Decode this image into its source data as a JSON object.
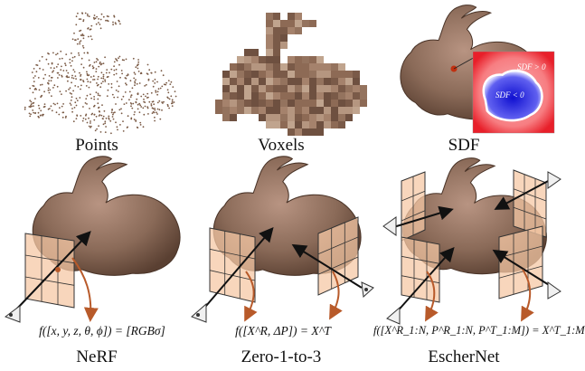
{
  "panels": {
    "points": {
      "caption": "Points"
    },
    "voxels": {
      "caption": "Voxels"
    },
    "sdf": {
      "caption": "SDF",
      "inset_pos": "SDF > 0",
      "inset_neg": "SDF < 0"
    },
    "nerf": {
      "caption": "NeRF",
      "formula": "f([x, y, z, θ, ϕ]) = [RGBσ]"
    },
    "zero123": {
      "caption": "Zero-1-to-3",
      "formula": "f([X^R, ΔP]) = X^T"
    },
    "escher": {
      "caption": "EscherNet",
      "formula": "f([X^R_1:N, P^R_1:N, P^T_1:M]) = X^T_1:M"
    }
  },
  "colors": {
    "bunny": "#8a6a58",
    "points": "#7a5a45",
    "plane_fill": "#f6c8a6",
    "plane_stroke": "#333333",
    "arrow": "#b85a2a",
    "sdf_pos": "#e8202a",
    "sdf_neg": "#3030e0"
  }
}
